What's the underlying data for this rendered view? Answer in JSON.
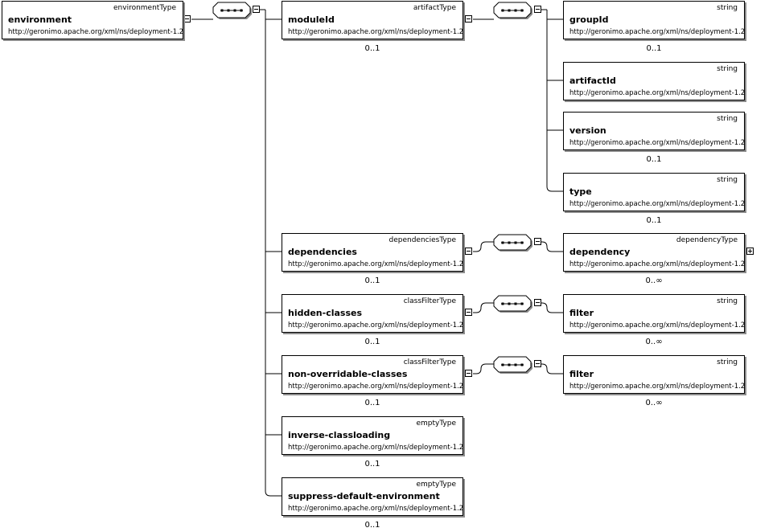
{
  "root": {
    "name": "environment",
    "type": "environmentType",
    "ns": "http://geronimo.apache.org/xml/ns/deployment-1.2"
  },
  "children": [
    {
      "name": "moduleId",
      "type": "artifactType",
      "ns": "http://geronimo.apache.org/xml/ns/deployment-1.2",
      "card": "0..1",
      "children": [
        {
          "name": "groupId",
          "type": "string",
          "ns": "http://geronimo.apache.org/xml/ns/deployment-1.2",
          "card": "0..1"
        },
        {
          "name": "artifactId",
          "type": "string",
          "ns": "http://geronimo.apache.org/xml/ns/deployment-1.2",
          "card": ""
        },
        {
          "name": "version",
          "type": "string",
          "ns": "http://geronimo.apache.org/xml/ns/deployment-1.2",
          "card": "0..1"
        },
        {
          "name": "type",
          "type": "string",
          "ns": "http://geronimo.apache.org/xml/ns/deployment-1.2",
          "card": "0..1"
        }
      ]
    },
    {
      "name": "dependencies",
      "type": "dependenciesType",
      "ns": "http://geronimo.apache.org/xml/ns/deployment-1.2",
      "card": "0..1",
      "children": [
        {
          "name": "dependency",
          "type": "dependencyType",
          "ns": "http://geronimo.apache.org/xml/ns/deployment-1.2",
          "card": "0..∞",
          "collapsed": true
        }
      ]
    },
    {
      "name": "hidden-classes",
      "type": "classFilterType",
      "ns": "http://geronimo.apache.org/xml/ns/deployment-1.2",
      "card": "0..1",
      "children": [
        {
          "name": "filter",
          "type": "string",
          "ns": "http://geronimo.apache.org/xml/ns/deployment-1.2",
          "card": "0..∞"
        }
      ]
    },
    {
      "name": "non-overridable-classes",
      "type": "classFilterType",
      "ns": "http://geronimo.apache.org/xml/ns/deployment-1.2",
      "card": "0..1",
      "children": [
        {
          "name": "filter",
          "type": "string",
          "ns": "http://geronimo.apache.org/xml/ns/deployment-1.2",
          "card": "0..∞"
        }
      ]
    },
    {
      "name": "inverse-classloading",
      "type": "emptyType",
      "ns": "http://geronimo.apache.org/xml/ns/deployment-1.2",
      "card": "0..1"
    },
    {
      "name": "suppress-default-environment",
      "type": "emptyType",
      "ns": "http://geronimo.apache.org/xml/ns/deployment-1.2",
      "card": "0..1"
    }
  ],
  "colors": {
    "line": "#000000",
    "shadow": "#8c8c8c",
    "compositor_fill": "#ffffff"
  }
}
